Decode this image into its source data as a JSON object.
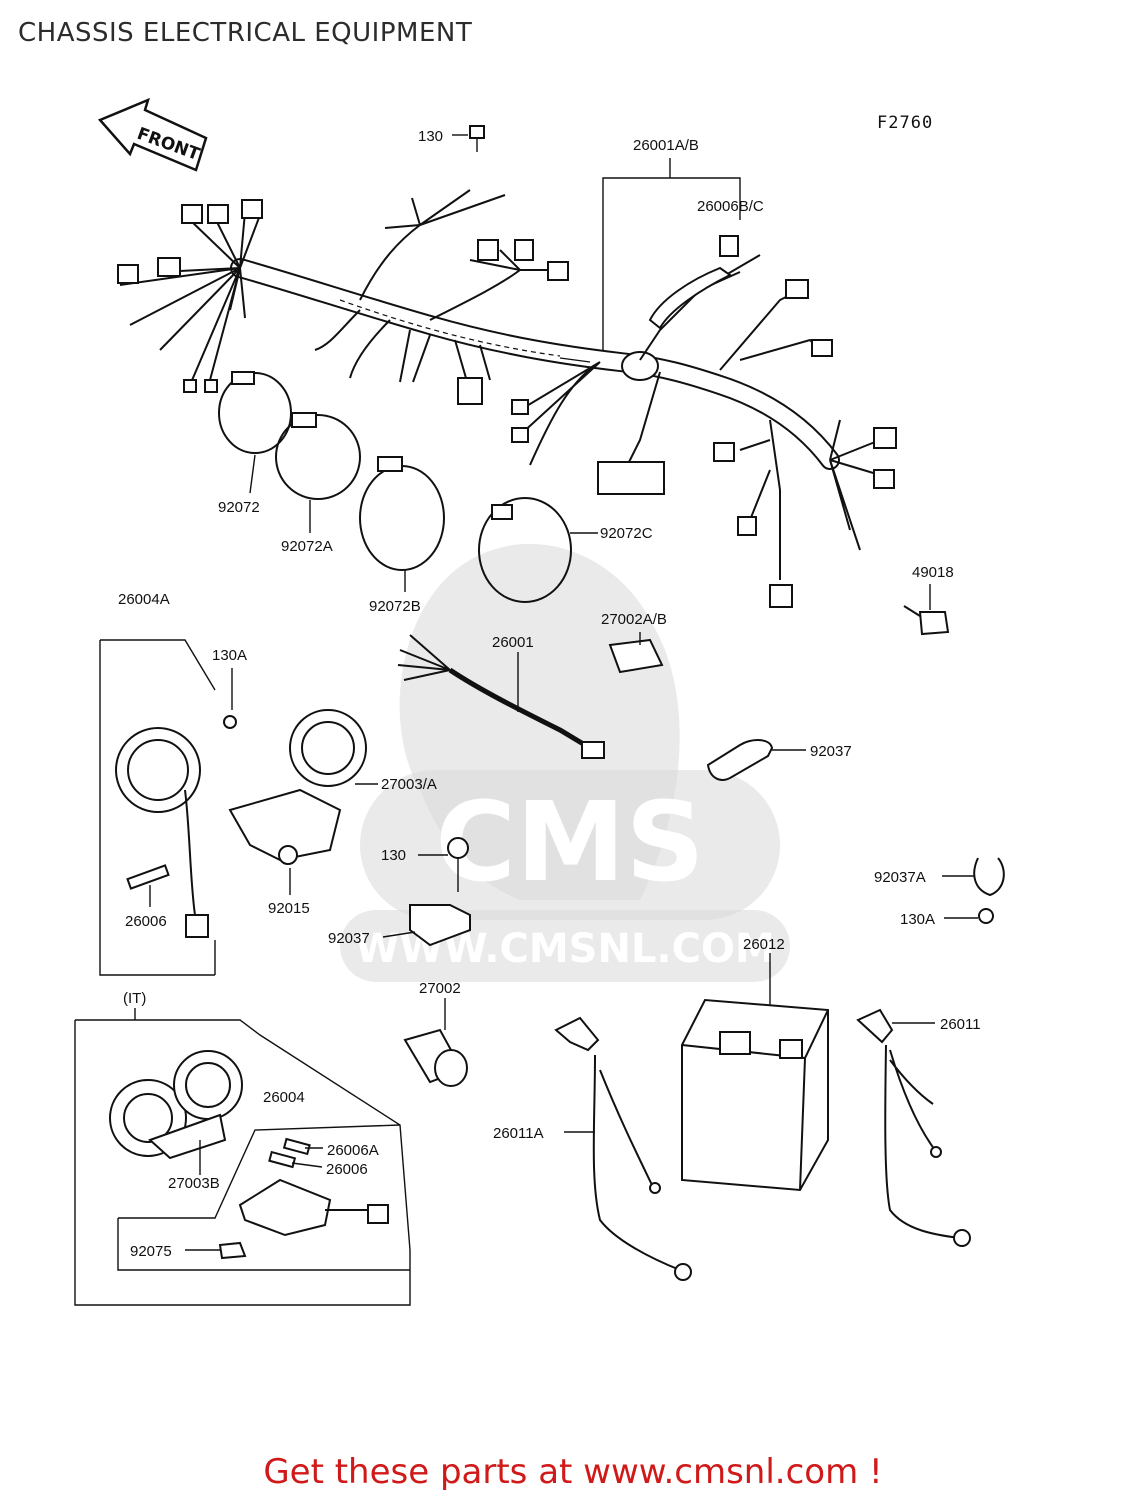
{
  "page": {
    "title": "CHASSIS ELECTRICAL EQUIPMENT",
    "figure_code": "F2760",
    "front_arrow_text": "FRONT",
    "footer_text": "Get these parts at www.cmsnl.com !"
  },
  "watermark": {
    "brand": "CMS",
    "url": "WWW.CMSNL.COM"
  },
  "callouts": {
    "c130_top": "130",
    "c26001ab": "26001A/B",
    "c26006bc": "26006B/C",
    "c92072": "92072",
    "c92072a": "92072A",
    "c92072b": "92072B",
    "c92072c": "92072C",
    "c49018": "49018",
    "c26004a": "26004A",
    "c130a_left": "130A",
    "c27002ab": "27002A/B",
    "c26001": "26001",
    "c27003a": "27003/A",
    "c92037_right": "92037",
    "c130_mid": "130",
    "c92015": "92015",
    "c26006_left": "26006",
    "c92037a": "92037A",
    "c130a_right": "130A",
    "c92037_mid": "92037",
    "c26012": "26012",
    "c27002": "27002",
    "c26011": "26011",
    "cit": "(IT)",
    "c26004": "26004",
    "c26006a": "26006A",
    "c26006_it": "26006",
    "c27003b": "27003B",
    "c26011a": "26011A",
    "c92075": "92075"
  }
}
